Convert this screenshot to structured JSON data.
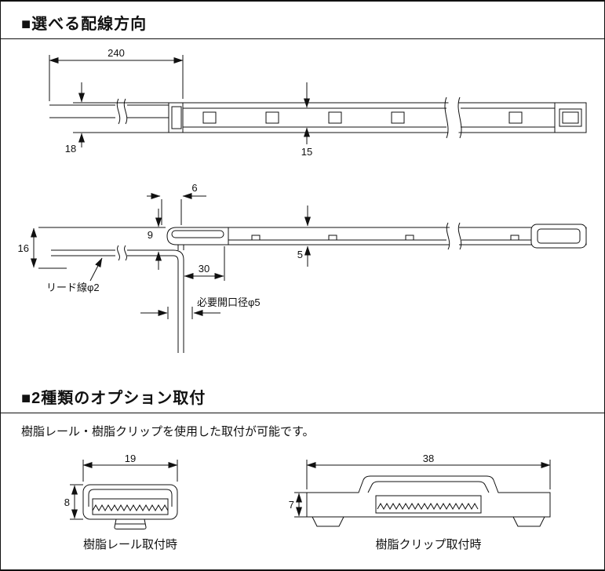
{
  "section_wiring": {
    "title": "■選べる配線方向",
    "top_view": {
      "dim_lead_length": "240",
      "dim_end_height": "18",
      "dim_body_width": "15"
    },
    "side_view": {
      "dim_wire_offset": "6",
      "dim_bend_drop": "9",
      "dim_total_drop": "16",
      "dim_strip_thickness": "5",
      "dim_hole_offset": "30",
      "label_lead_wire": "リード線φ2",
      "label_opening": "必要開口径φ5"
    }
  },
  "section_options": {
    "title": "■2種類のオプション取付",
    "description": "樹脂レール・樹脂クリップを使用した取付が可能です。",
    "rail": {
      "dim_width": "19",
      "dim_height": "8",
      "caption": "樹脂レール取付時"
    },
    "clip": {
      "dim_width": "38",
      "dim_height": "7",
      "caption": "樹脂クリップ取付時"
    }
  }
}
